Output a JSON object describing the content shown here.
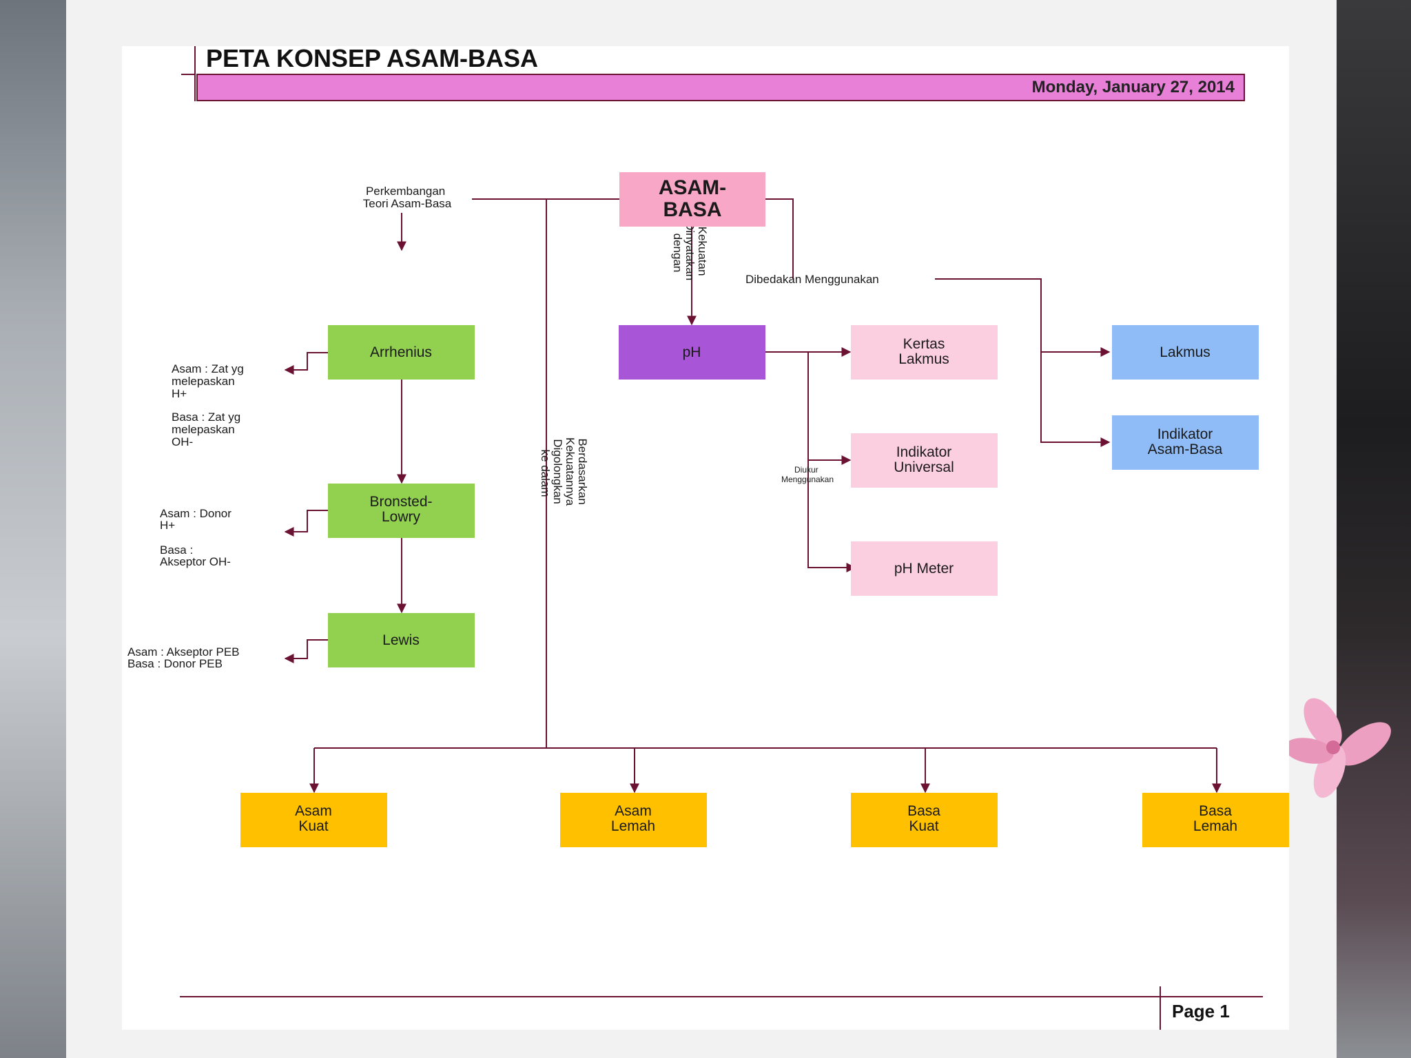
{
  "header": {
    "title": "PETA KONSEP ASAM-BASA",
    "date": "Monday, January 27, 2014"
  },
  "nodes": {
    "root": [
      "ASAM-",
      "BASA"
    ],
    "arrhenius": [
      "Arrhenius"
    ],
    "bronsted": [
      "Bronsted-",
      "Lowry"
    ],
    "lewis": [
      "Lewis"
    ],
    "ph": [
      "pH"
    ],
    "kertas": [
      "Kertas",
      "Lakmus"
    ],
    "universal": [
      "Indikator",
      "Universal"
    ],
    "phmeter": [
      "pH Meter"
    ],
    "lakmus": [
      "Lakmus"
    ],
    "indikator": [
      "Indikator",
      "Asam-Basa"
    ],
    "asam_kuat": [
      "Asam",
      "Kuat"
    ],
    "asam_lemah": [
      "Asam",
      "Lemah"
    ],
    "basa_kuat": [
      "Basa",
      "Kuat"
    ],
    "basa_lemah": [
      "Basa",
      "Lemah"
    ]
  },
  "edge_labels": {
    "perkembangan": [
      "Perkembangan",
      "Teori Asam-Basa"
    ],
    "kekuatan": [
      "Kekuatan",
      "Dinyatakan",
      "dengan"
    ],
    "dibedakan": "Dibedakan Menggunakan",
    "berdasarkan": [
      "Berdasarkan",
      "Kekuatannya",
      "Digolongkan",
      "ke dalam"
    ],
    "diukur": [
      "Diukur",
      "Menggunakan"
    ]
  },
  "notes": {
    "arrhenius": [
      "Asam : Zat yg",
      "melepaskan",
      "H+",
      "",
      "Basa : Zat yg",
      "melepaskan",
      "OH-"
    ],
    "bronsted": [
      "Asam : Donor",
      "H+",
      "",
      "Basa :",
      "Akseptor OH-"
    ],
    "lewis": [
      "Asam : Akseptor PEB",
      "Basa : Donor PEB"
    ]
  },
  "footer": {
    "page": "Page 1"
  },
  "colors": {
    "root": "#f9a7c6",
    "theory": "#92d050",
    "ph": "#a855d8",
    "tool": "#fccfe0",
    "indicator": "#8fbcf7",
    "strength": "#ffc000",
    "line": "#6b1132",
    "header_bar": "#e880d8"
  }
}
